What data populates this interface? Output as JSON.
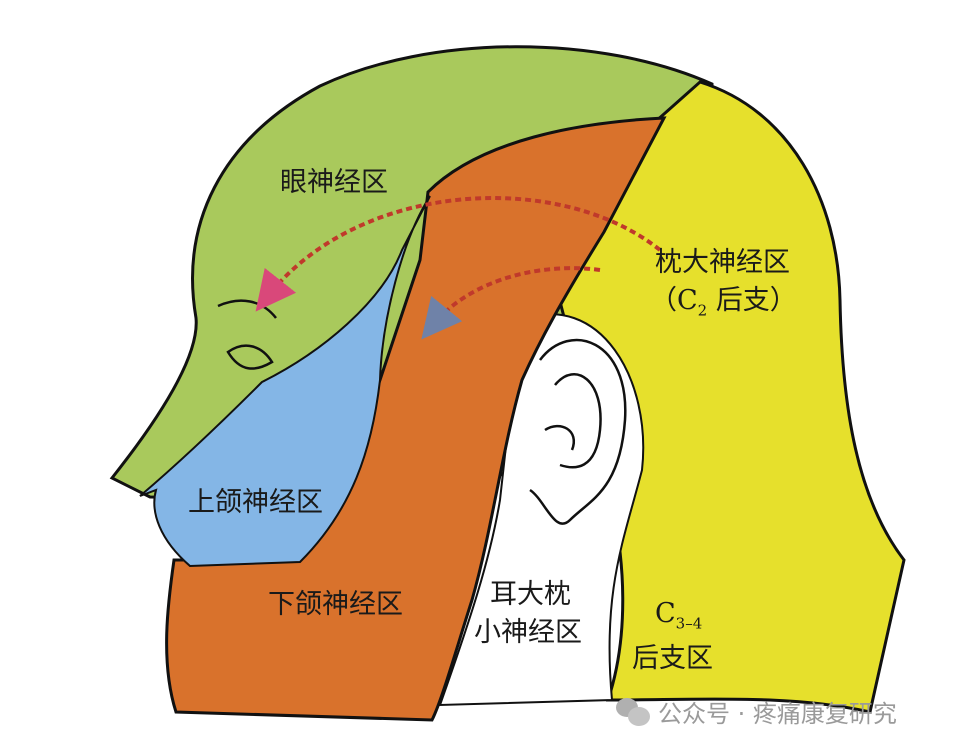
{
  "labels": {
    "ophthalmic": "眼神经区",
    "greater_occipital": "枕大神经区",
    "greater_occipital_sub_open": "（C",
    "greater_occipital_sub_index": "2",
    "greater_occipital_sub_close": " 后支）",
    "maxillary": "上颌神经区",
    "mandibular": "下颌神经区",
    "auricular_line1": "耳大枕",
    "auricular_line2": "小神经区",
    "cervical_c": "C",
    "cervical_index": "3–4",
    "cervical_line2": "后支区"
  },
  "watermark": "公众号 · 疼痛康复研究",
  "colors": {
    "ophthalmic": "#a9c95c",
    "greater_occipital": "#e6e02c",
    "maxillary": "#84b6e6",
    "mandibular": "#d9722c",
    "arrow": "#c0392b"
  }
}
